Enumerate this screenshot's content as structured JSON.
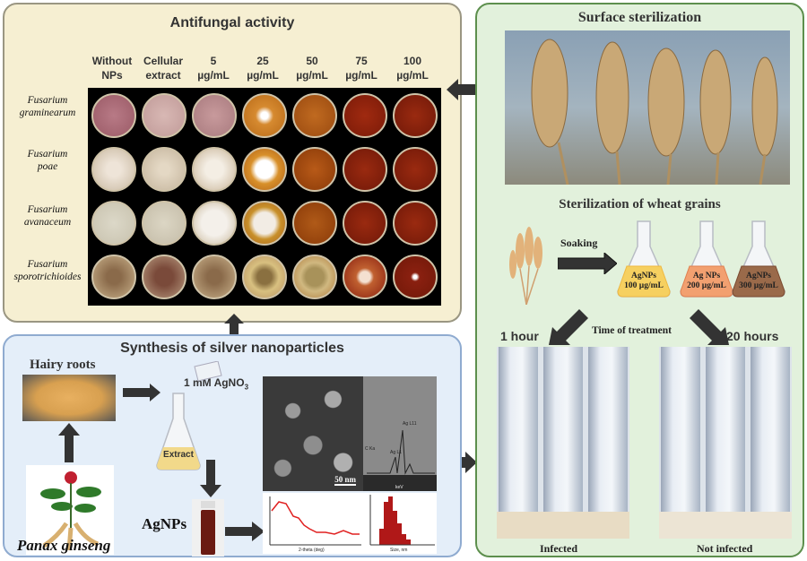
{
  "antifungal": {
    "title": "Antifungal activity",
    "columns": [
      [
        "Without",
        "NPs"
      ],
      [
        "Cellular",
        "extract"
      ],
      [
        "5",
        "µg/mL"
      ],
      [
        "25",
        "µg/mL"
      ],
      [
        "50",
        "µg/mL"
      ],
      [
        "75",
        "µg/mL"
      ],
      [
        "100",
        "µg/mL"
      ]
    ],
    "rows": [
      [
        "Fusarium",
        "graminearum"
      ],
      [
        "Fusarium",
        "poae"
      ],
      [
        "Fusarium",
        "avanaceum"
      ],
      [
        "Fusarium",
        "sporotrichioides"
      ]
    ]
  },
  "sterilization": {
    "title": "Surface sterilization",
    "subtitle": "Sterilization of wheat grains",
    "soaking": "Soaking",
    "flasks": [
      [
        "AgNPs",
        "100 µg/mL"
      ],
      [
        "Ag NPs",
        "200 µg/mL"
      ],
      [
        "AgNPs",
        "300 µg/mL"
      ]
    ],
    "time_label": "Time of treatment",
    "t1": "1 hour",
    "t2": "20 hours",
    "infected": "Infected",
    "not_infected": "Not infected"
  },
  "synthesis": {
    "title": "Synthesis of silver nanoparticles",
    "hairy_roots": "Hairy roots",
    "agno3": "1 mM AgNO",
    "agno3_sub": "3",
    "extract": "Extract",
    "agnps": "AgNPs",
    "plant": "Panax ginseng",
    "scale": "50 nm",
    "eds_peaks": [
      "C Ka",
      "Ag L1",
      "Ag L11"
    ],
    "eds_axis": "keV",
    "xrd_axis": "2-theta (deg)",
    "dls_axis": "Size, nm"
  }
}
